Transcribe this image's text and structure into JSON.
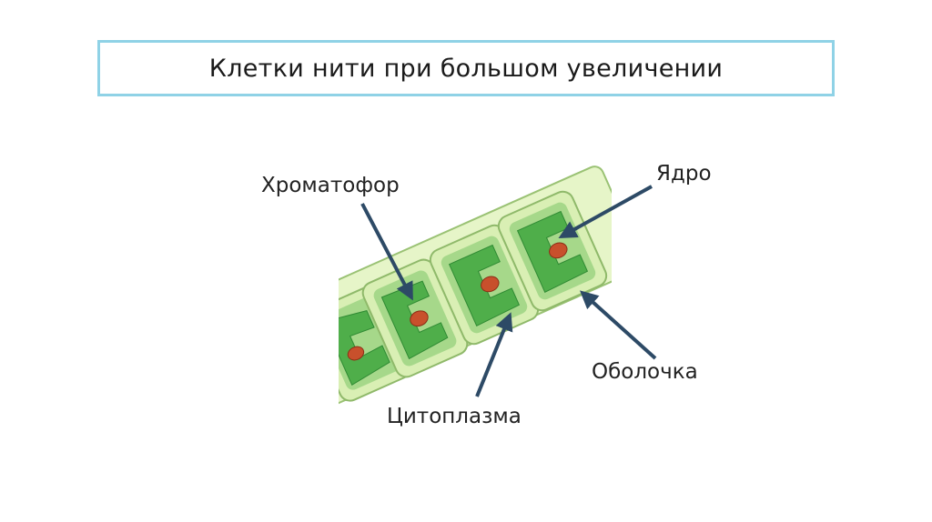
{
  "slide": {
    "title": "Клетки нити при большом увеличении"
  },
  "labels": {
    "chromatophore": "Хроматофор",
    "nucleus": "Ядро",
    "cytoplasm": "Цитоплазма",
    "cell_wall": "Оболочка"
  },
  "colors": {
    "title_border": "#8fd2e6",
    "cell_wall": "#d9efb4",
    "cell_wall_outline": "#8fb96a",
    "cytoplasm": "#a6d88a",
    "chromatophore": "#4fae4a",
    "chromatophore_dark": "#2f8a33",
    "nucleus": "#c8502c",
    "arrow": "#2d4a66"
  }
}
